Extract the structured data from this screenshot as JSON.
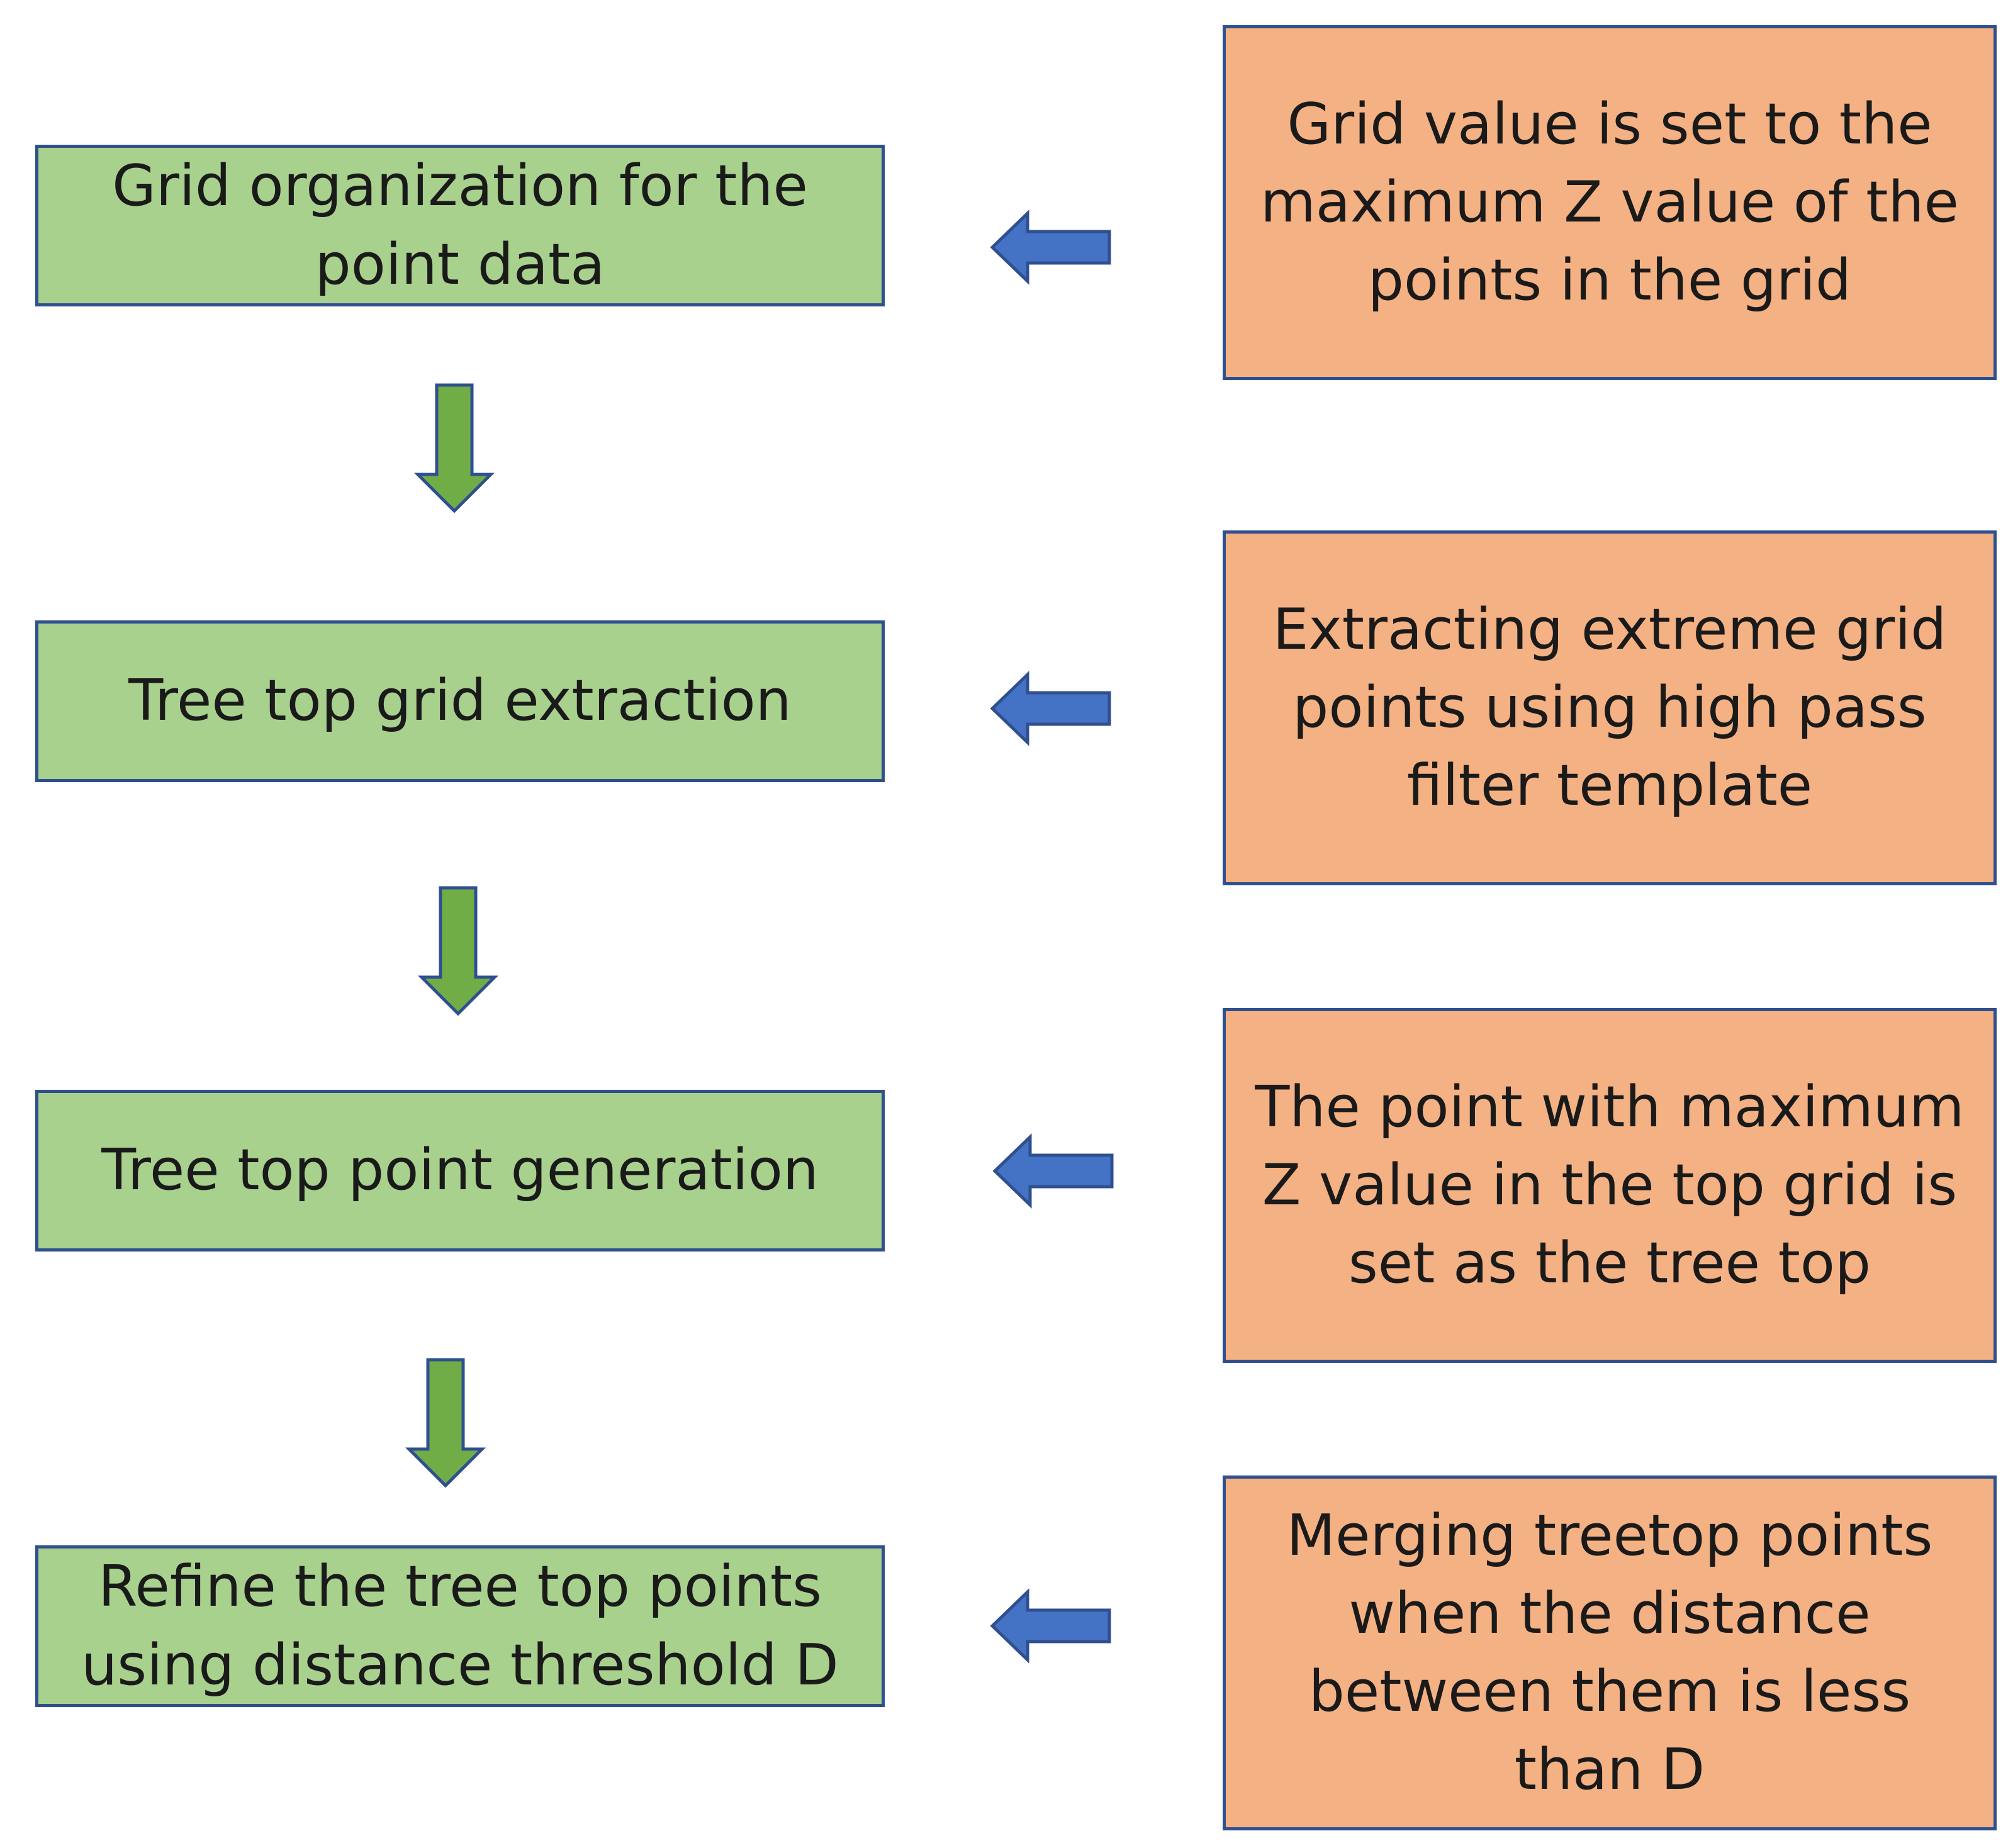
{
  "colors": {
    "step_fill": "#a9d18e",
    "note_fill": "#f4b183",
    "border": "#2f4f8f",
    "down_arrow": "#70ad47",
    "left_arrow": "#4472c4"
  },
  "steps": [
    {
      "label": "Grid organization for the point data"
    },
    {
      "label": "Tree top grid extraction"
    },
    {
      "label": "Tree top point generation"
    },
    {
      "label": "Refine the tree top points using distance threshold D"
    }
  ],
  "notes": [
    {
      "label": "Grid value is set to the maximum Z value of the points in the grid"
    },
    {
      "label": "Extracting extreme grid points using high pass filter template"
    },
    {
      "label": "The point with maximum Z value in the top grid is set as the tree top"
    },
    {
      "label": "Merging treetop points when the distance between them is less than D"
    }
  ],
  "icons": {
    "down_arrow": "arrow-down-icon",
    "left_arrow": "arrow-left-icon"
  }
}
